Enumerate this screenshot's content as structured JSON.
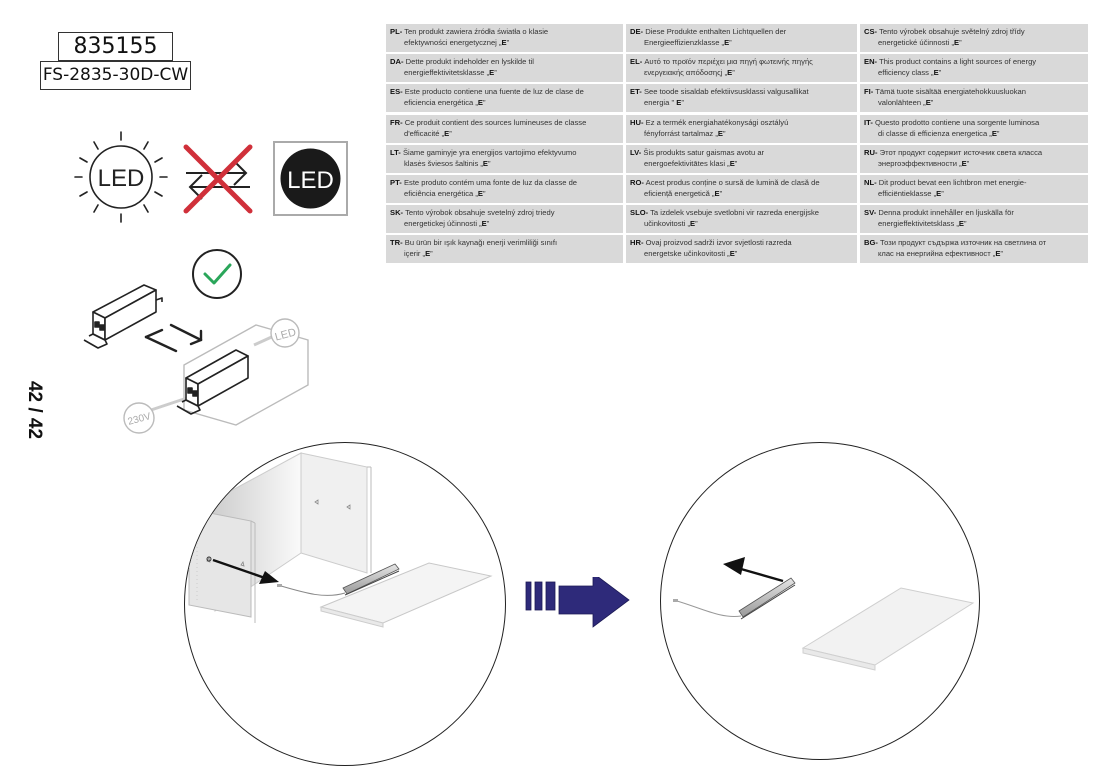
{
  "product": {
    "article_number": "835155",
    "model_code": "FS-2835-30D-CW"
  },
  "page_number": "42 / 42",
  "icons": {
    "led_light_source": {
      "label": "LED",
      "name": "led-light-icon"
    },
    "not_replaceable": {
      "name": "not-replaceable-icon",
      "color": "#d0303a"
    },
    "led_integrated": {
      "label": "LED",
      "name": "led-integrated-icon"
    },
    "driver_replaceable_check": {
      "name": "check-circle-icon",
      "color": "#2aa65a"
    },
    "driver_diagram": {
      "led_label": "LED",
      "voltage_label": "230V"
    }
  },
  "energy_table": {
    "rows": [
      [
        {
          "code": "PL-",
          "line1": "Ten produkt zawiera źródła światła o klasie",
          "line2": "efektywności energetycznej „",
          "class": "E",
          "end": "”"
        },
        {
          "code": "DE-",
          "line1": "Diese Produkte enthalten Lichtquellen der",
          "line2": "Energieeffizienzklasse „",
          "class": "E",
          "end": "”"
        },
        {
          "code": "CS-",
          "line1": "Tento výrobek obsahuje světelný zdroj třídy",
          "line2": "energetické účinnosti „",
          "class": "E",
          "end": "”"
        }
      ],
      [
        {
          "code": "DA-",
          "line1": "Dette produkt indeholder en lyskilde til",
          "line2": "energieffektivitetsklasse „",
          "class": "E",
          "end": "”"
        },
        {
          "code": "EL-",
          "line1": "Αυτό το προϊόν περιέχει μια πηγή φωτεινής πηγής",
          "line2": "ενεργειακής απόδοσηςj „",
          "class": "E",
          "end": "”"
        },
        {
          "code": "EN-",
          "line1": "This product contains a light sources of energy",
          "line2": "efficiency class „",
          "class": "E",
          "end": "”"
        }
      ],
      [
        {
          "code": "ES-",
          "line1": "Este producto contiene una fuente de luz de clase de",
          "line2": "eficiencia energética „",
          "class": "E",
          "end": "”"
        },
        {
          "code": "ET-",
          "line1": "See toode sisaldab efektiivsusklassi valgusallikat",
          "line2": "energia \" ",
          "class": "E",
          "end": "”"
        },
        {
          "code": "FI-",
          "line1": "Tämä tuote sisältää energiatehokkuusluokan",
          "line2": "valonlähteen „",
          "class": "E",
          "end": "”"
        }
      ],
      [
        {
          "code": "FR-",
          "line1": "Ce produit contient des sources lumineuses de classe",
          "line2": "d'efficacité „",
          "class": "E",
          "end": "”"
        },
        {
          "code": "HU-",
          "line1": "Ez a termék energiahatékonysági osztályú",
          "line2": "fényforrást tartalmaz „",
          "class": "E",
          "end": "”"
        },
        {
          "code": "IT-",
          "line1": "Questo prodotto contiene una sorgente luminosa",
          "line2": "di classe di efficienza energetica „",
          "class": "E",
          "end": "”"
        }
      ],
      [
        {
          "code": "LT-",
          "line1": "Šiame gaminyje yra energijos vartojimo efektyvumo",
          "line2": "klasės šviesos šaltinis „",
          "class": "E",
          "end": "”"
        },
        {
          "code": "LV-",
          "line1": "Šis produkts satur gaismas avotu ar",
          "line2": "energoefektivitātes klasi „",
          "class": "E",
          "end": "”"
        },
        {
          "code": "RU-",
          "line1": "Этот продукт содержит источник света класса",
          "line2": "энергоэффективности „",
          "class": "E",
          "end": "”"
        }
      ],
      [
        {
          "code": "PT-",
          "line1": "Este produto contém uma fonte de luz da classe de",
          "line2": "eficiência energética „",
          "class": "E",
          "end": "”"
        },
        {
          "code": "RO-",
          "line1": "Acest produs conține o sursă de lumină de clasă de",
          "line2": "eficiență energetică „",
          "class": "E",
          "end": "”"
        },
        {
          "code": "NL-",
          "line1": "Dit product bevat een lichtbron met energie-",
          "line2": "efficiëntieklasse „",
          "class": "E",
          "end": "”"
        }
      ],
      [
        {
          "code": "SK-",
          "line1": "Tento výrobok obsahuje svetelný zdroj triedy",
          "line2": "energetickej účinnosti „",
          "class": "E",
          "end": "”"
        },
        {
          "code": "SLO-",
          "line1": "Ta izdelek vsebuje svetlobni vir razreda energijske",
          "line2": "učinkovitosti „",
          "class": "E",
          "end": "”"
        },
        {
          "code": "SV-",
          "line1": "Denna produkt innehåller en ljuskälla för",
          "line2": "energieffektivitetsklass „",
          "class": "E",
          "end": "”"
        }
      ],
      [
        {
          "code": "TR-",
          "line1": "Bu ürün bir ışık kaynağı enerji verimliliği sınıfı",
          "line2": "içerir „",
          "class": "E",
          "end": "”"
        },
        {
          "code": "HR-",
          "line1": "Ovaj proizvod sadrži izvor svjetlosti razreda",
          "line2": "energetske učinkovitosti „",
          "class": "E",
          "end": "”"
        },
        {
          "code": "BG-",
          "line1": "Този продукт съдържа източник на светлина от",
          "line2": "клас на енергийна ефективност „",
          "class": "E",
          "end": "”"
        }
      ]
    ],
    "cell_color": "#d9d9d9"
  },
  "illustrations": {
    "before_panel": {
      "name": "shelf-installed-with-led-bar"
    },
    "after_panel": {
      "name": "led-bar-removed-from-shelf"
    },
    "transition_arrow_color": "#2e2a7a"
  }
}
